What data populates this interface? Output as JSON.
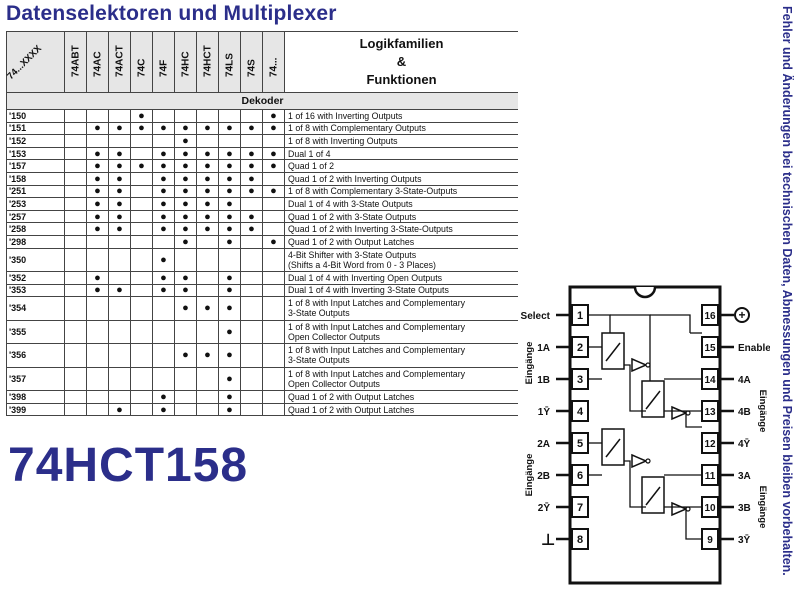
{
  "header": {
    "title": "Datenselektoren und Multiplexer"
  },
  "side_note": "Fehler und Änderungen bei technischen Daten, Abmessungen und Preisen bleiben vorbehalten.",
  "table": {
    "corner_label": "74...XXXX",
    "families": [
      "74ABT",
      "74AC",
      "74ACT",
      "74C",
      "74F",
      "74HC",
      "74HCT",
      "74LS",
      "74S",
      "74..."
    ],
    "func_header": [
      "Logikfamilien",
      "&",
      "Funktionen"
    ],
    "section": "Dekoder",
    "rows": [
      {
        "code": "'150",
        "dots": [
          0,
          0,
          0,
          1,
          0,
          0,
          0,
          0,
          0,
          1
        ],
        "func": [
          "1 of 16 with Inverting Outputs"
        ]
      },
      {
        "code": "'151",
        "dots": [
          0,
          1,
          1,
          1,
          1,
          1,
          1,
          1,
          1,
          1
        ],
        "func": [
          "1 of 8 with Complementary Outputs"
        ]
      },
      {
        "code": "'152",
        "dots": [
          0,
          0,
          0,
          0,
          0,
          1,
          0,
          0,
          0,
          0
        ],
        "func": [
          "1 of 8 with Inverting Outputs"
        ]
      },
      {
        "code": "'153",
        "dots": [
          0,
          1,
          1,
          0,
          1,
          1,
          1,
          1,
          1,
          1
        ],
        "func": [
          "Dual 1 of 4"
        ]
      },
      {
        "code": "'157",
        "dots": [
          0,
          1,
          1,
          1,
          1,
          1,
          1,
          1,
          1,
          1
        ],
        "func": [
          "Quad 1 of 2"
        ]
      },
      {
        "code": "'158",
        "dots": [
          0,
          1,
          1,
          0,
          1,
          1,
          1,
          1,
          1,
          0
        ],
        "func": [
          "Quad 1 of 2 with Inverting Outputs"
        ]
      },
      {
        "code": "'251",
        "dots": [
          0,
          1,
          1,
          0,
          1,
          1,
          1,
          1,
          1,
          1
        ],
        "func": [
          "1 of 8 with Complementary 3-State-Outputs"
        ]
      },
      {
        "code": "'253",
        "dots": [
          0,
          1,
          1,
          0,
          1,
          1,
          1,
          1,
          0,
          0
        ],
        "func": [
          "Dual 1 of 4 with 3-State Outputs"
        ]
      },
      {
        "code": "'257",
        "dots": [
          0,
          1,
          1,
          0,
          1,
          1,
          1,
          1,
          1,
          0
        ],
        "func": [
          "Quad 1 of 2 with 3-State Outputs"
        ]
      },
      {
        "code": "'258",
        "dots": [
          0,
          1,
          1,
          0,
          1,
          1,
          1,
          1,
          1,
          0
        ],
        "func": [
          "Quad 1 of 2 with Inverting 3-State-Outputs"
        ]
      },
      {
        "code": "'298",
        "dots": [
          0,
          0,
          0,
          0,
          0,
          1,
          0,
          1,
          0,
          1
        ],
        "func": [
          "Quad 1 of 2 with Output Latches"
        ]
      },
      {
        "code": "'350",
        "dots": [
          0,
          0,
          0,
          0,
          1,
          0,
          0,
          0,
          0,
          0
        ],
        "func": [
          "4-Bit Shifter with 3-State Outputs",
          "(Shifts a 4-Bit Word from 0 - 3 Places)"
        ]
      },
      {
        "code": "'352",
        "dots": [
          0,
          1,
          0,
          0,
          1,
          1,
          0,
          1,
          0,
          0
        ],
        "func": [
          "Dual 1 of 4 with Inverting Open Outputs"
        ]
      },
      {
        "code": "'353",
        "dots": [
          0,
          1,
          1,
          0,
          1,
          1,
          0,
          1,
          0,
          0
        ],
        "func": [
          "Dual 1 of 4 with Inverting 3-State Outputs"
        ]
      },
      {
        "code": "'354",
        "dots": [
          0,
          0,
          0,
          0,
          0,
          1,
          1,
          1,
          0,
          0
        ],
        "func": [
          "1 of 8 with Input Latches and Complementary",
          "3-State Outputs"
        ]
      },
      {
        "code": "'355",
        "dots": [
          0,
          0,
          0,
          0,
          0,
          0,
          0,
          1,
          0,
          0
        ],
        "func": [
          "1 of 8 with Input Latches and Complementary",
          "Open Collector Outputs"
        ]
      },
      {
        "code": "'356",
        "dots": [
          0,
          0,
          0,
          0,
          0,
          1,
          1,
          1,
          0,
          0
        ],
        "func": [
          "1 of 8 with Input Latches and Complementary",
          "3-State Outputs"
        ]
      },
      {
        "code": "'357",
        "dots": [
          0,
          0,
          0,
          0,
          0,
          0,
          0,
          1,
          0,
          0
        ],
        "func": [
          "1 of 8 with Input Latches and Complementary",
          "Open Collector Outputs"
        ]
      },
      {
        "code": "'398",
        "dots": [
          0,
          0,
          0,
          0,
          1,
          0,
          0,
          1,
          0,
          0
        ],
        "func": [
          "Quad 1 of 2 with Output Latches"
        ]
      },
      {
        "code": "'399",
        "dots": [
          0,
          0,
          1,
          0,
          1,
          0,
          0,
          1,
          0,
          0
        ],
        "func": [
          "Quad 1 of 2 with Output Latches"
        ]
      }
    ]
  },
  "part_number": "74HCT158",
  "pinout": {
    "left_pins": [
      "1",
      "2",
      "3",
      "4",
      "5",
      "6",
      "7",
      "8"
    ],
    "right_pins": [
      "16",
      "15",
      "14",
      "13",
      "12",
      "11",
      "10",
      "9"
    ],
    "left_labels": [
      "Select",
      "1A",
      "1B",
      "1Ȳ",
      "2A",
      "2B",
      "2Ȳ",
      ""
    ],
    "right_labels": [
      "",
      "Enable",
      "4A",
      "4B",
      "4Ȳ",
      "3A",
      "3B",
      "3Ȳ"
    ],
    "left_group_labels": [
      "Eingänge",
      "Eingänge"
    ],
    "right_group_labels": [
      "Eingänge",
      "Eingänge"
    ],
    "vcc_symbol": "+",
    "gnd_symbol": "⊥"
  }
}
